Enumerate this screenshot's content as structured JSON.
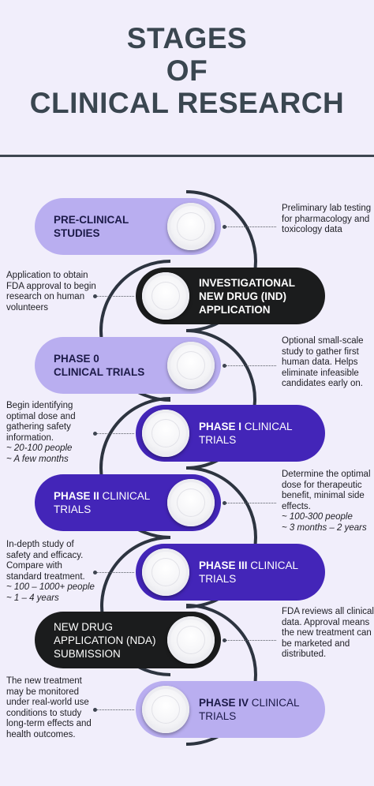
{
  "title": {
    "line1": "STAGES",
    "line2": "OF",
    "line3": "CLINICAL RESEARCH"
  },
  "colors": {
    "lavender": "#b9aef0",
    "dark": "#1b1c1d",
    "purple": "#4325b8",
    "connector": "#2d3440",
    "background": "#f1eefb"
  },
  "stages": [
    {
      "label_bold": "PRE-CLINICAL\nSTUDIES",
      "label_light": "",
      "description": "Preliminary lab testing for pharmacology and toxicology data",
      "notes": []
    },
    {
      "label_bold": "INVESTIGATIONAL\nNEW DRUG (IND)\nAPPLICATION",
      "label_light": "",
      "description": "Application to obtain FDA approval to begin research on human volunteers",
      "notes": []
    },
    {
      "label_bold": "PHASE 0\nCLINICAL TRIALS",
      "label_light": "",
      "description": "Optional small-scale study to gather first human data. Helps eliminate infeasible candidates early on.",
      "notes": []
    },
    {
      "label_bold": "PHASE I",
      "label_light": " CLINICAL\nTRIALS",
      "description": "Begin identifying optimal dose and gathering safety information.",
      "notes": [
        "~ 20-100 people",
        "~ A few months"
      ]
    },
    {
      "label_bold": "PHASE II",
      "label_light": " CLINICAL\nTRIALS",
      "description": "Determine the optimal dose for therapeutic benefit, minimal side effects.",
      "notes": [
        "~ 100-300 people",
        "~ 3 months – 2 years"
      ]
    },
    {
      "label_bold": "PHASE III",
      "label_light": " CLINICAL\nTRIALS",
      "description": "In-depth study of safety and efficacy. Compare with standard treatment.",
      "notes": [
        "~ 100 – 1000+ people",
        "~ 1 – 4 years"
      ]
    },
    {
      "label_bold": "",
      "label_light": "NEW DRUG\nAPPLICATION (NDA)\nSUBMISSION",
      "description": "FDA reviews all clinical data. Approval means the new treatment can be marketed and distributed.",
      "notes": []
    },
    {
      "label_bold": "PHASE IV",
      "label_light": " CLINICAL\nTRIALS",
      "description": "The new treatment may be monitored under real-world use conditions to study long-term effects and health outcomes.",
      "notes": []
    }
  ]
}
